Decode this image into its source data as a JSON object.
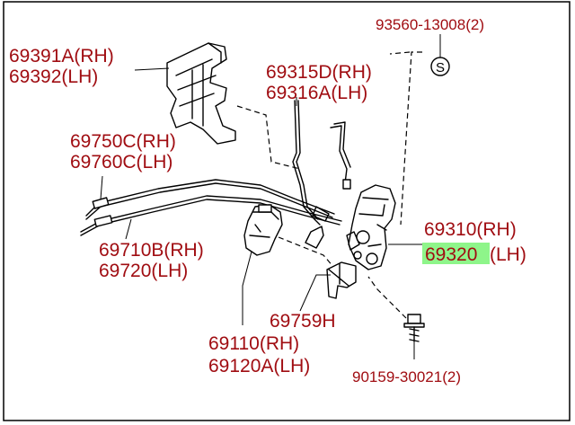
{
  "labels": {
    "p93560": "93560-13008(2)",
    "p69391a": "69391A(RH)",
    "p69392": "69392(LH)",
    "p69315d": "69315D(RH)",
    "p69316a": "69316A(LH)",
    "p69750c": "69750C(RH)",
    "p69760c": "69760C(LH)",
    "p69310": "69310(RH)",
    "p69320_num": "69320",
    "p69320_side": "(LH)",
    "p69710b": "69710B(RH)",
    "p69720": "69720(LH)",
    "p69759h": "69759H",
    "p69110": "69110(RH)",
    "p69120a": "69120A(LH)",
    "p90159": "90159-30021(2)",
    "screw_symbol": "S"
  },
  "colors": {
    "label": "#a00d12",
    "highlight": "#8ef58a",
    "line": "#000000"
  }
}
